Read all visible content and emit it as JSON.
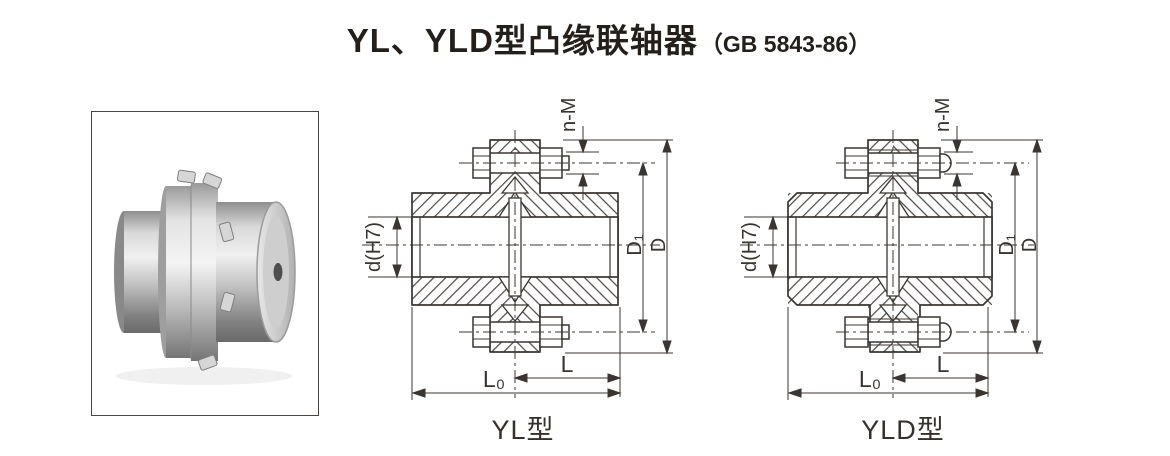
{
  "colors": {
    "background": "#ffffff",
    "line": "#3b3531",
    "title_text": "#241f1b"
  },
  "header": {
    "title": "YL、YLD型凸缘联轴器",
    "standard": "（GB 5843-86）"
  },
  "drawing_yl": {
    "caption": "YL型",
    "labels": {
      "bolts": "n-M",
      "bore": "d(H7)",
      "bolt_circle": "D₁",
      "outer_dia": "D",
      "hub_len": "L",
      "total_len": "L₀"
    }
  },
  "drawing_yld": {
    "caption": "YLD型",
    "labels": {
      "bolts": "n-M",
      "bore": "d(H7)",
      "bolt_circle": "D₁",
      "outer_dia": "D",
      "hub_len": "L",
      "total_len": "L₀"
    }
  }
}
